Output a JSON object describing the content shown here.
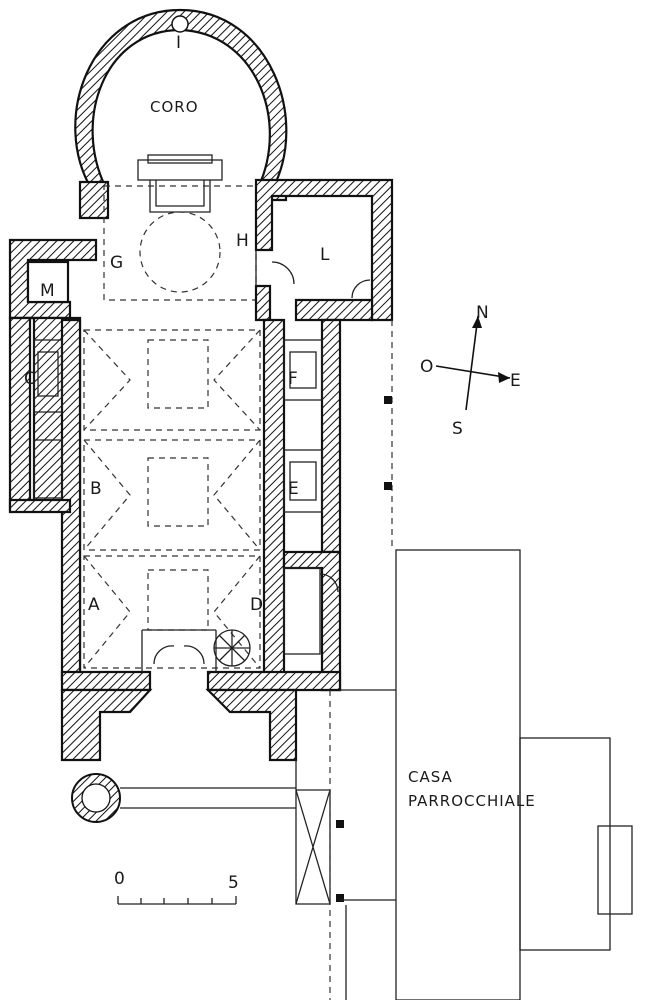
{
  "labels": {
    "coro": "CORO",
    "i": "I",
    "g": "G",
    "h": "H",
    "l": "L",
    "m": "M",
    "c": "C",
    "f": "F",
    "b": "B",
    "e": "E",
    "a": "A",
    "d": "D",
    "casa_line1": "CASA",
    "casa_line2": "PARROCCHIALE"
  },
  "compass": {
    "n": "N",
    "o": "O",
    "e": "E",
    "s": "S"
  },
  "scale_bar": {
    "start_label": "0",
    "end_label": "5"
  },
  "colors": {
    "ink": "#111111",
    "paper": "#ffffff"
  }
}
